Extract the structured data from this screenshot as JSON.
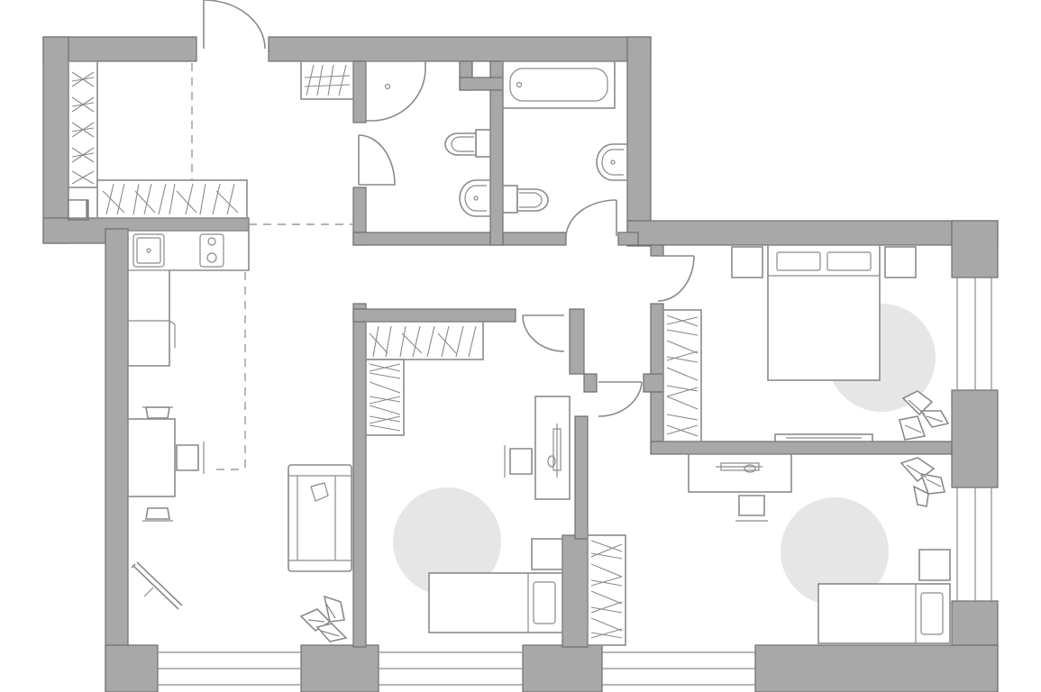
{
  "plan": {
    "rooms": [
      "entrance-hall",
      "bathroom-shower",
      "bathroom-bath",
      "kitchen-living",
      "bedroom-1",
      "bedroom-2",
      "master-bedroom"
    ]
  },
  "icons": [
    "door-swing-icon",
    "wardrobe-icon",
    "bed-icon",
    "desk-icon",
    "chair-icon",
    "plant-icon",
    "sofa-icon",
    "toilet-icon",
    "sink-icon",
    "bathtub-icon",
    "shower-icon",
    "stove-icon",
    "window-icon",
    "rug-icon"
  ]
}
